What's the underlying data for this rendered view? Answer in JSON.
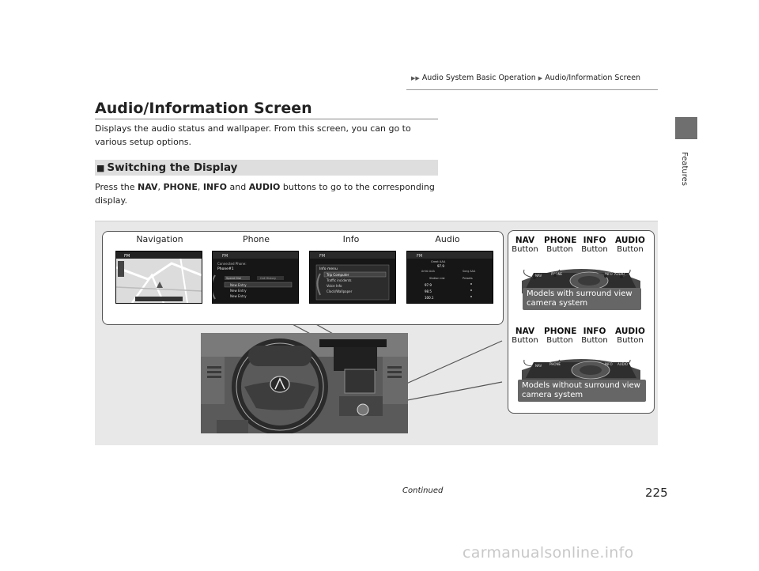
{
  "header": {
    "breadcrumb_section": "Audio System Basic Operation",
    "breadcrumb_page": "Audio/Information Screen",
    "side_tab_label": "Features"
  },
  "main": {
    "title": "Audio/Information Screen",
    "intro": "Displays the audio status and wallpaper. From this screen, you can go to various setup options.",
    "section_heading": "Switching the Display",
    "instruction": {
      "prefix": "Press the ",
      "nav": "NAV",
      "sep1": ", ",
      "phone": "PHONE",
      "sep2": ", ",
      "info": "INFO",
      "and": " and ",
      "audio": "AUDIO",
      "suffix": " buttons to go to the corresponding display."
    }
  },
  "figure": {
    "screen_labels": [
      "Navigation",
      "Phone",
      "Info",
      "Audio"
    ],
    "screens": {
      "band": "FM",
      "phone_connected": "Connected Phone:",
      "phone_name": "Phone#1",
      "phone_speed_dial": "Speed Dial",
      "phone_call_history": "Call History",
      "phone_entries": [
        "New Entry",
        "New Entry",
        "New Entry"
      ],
      "info_menu_title": "Info menu",
      "info_items": [
        "Trip Computer",
        "Traffic incidents",
        "Voice Info",
        "Clock/Wallpaper"
      ],
      "audio_song": "Great AAA",
      "audio_freq": "97.9",
      "audio_artist": "Artist AAA",
      "audio_title2": "Song AAA",
      "audio_station_list": "Station List",
      "audio_presets": "Presets",
      "audio_stations": [
        "97.9",
        "98.5",
        "100.1"
      ]
    },
    "panel_top": {
      "labels": [
        {
          "key": "NAV",
          "text": "Button"
        },
        {
          "key": "PHONE",
          "text": "Button"
        },
        {
          "key": "INFO",
          "text": "Button"
        },
        {
          "key": "AUDIO",
          "text": "Button"
        }
      ],
      "note": "Models with surround view camera system"
    },
    "panel_bottom": {
      "labels": [
        {
          "key": "NAV",
          "text": "Button"
        },
        {
          "key": "PHONE",
          "text": "Button"
        },
        {
          "key": "INFO",
          "text": "Button"
        },
        {
          "key": "AUDIO",
          "text": "Button"
        }
      ],
      "note": "Models without surround view camera system"
    }
  },
  "footer": {
    "continued": "Continued",
    "page_number": "225",
    "watermark": "carmanualsonline.info"
  }
}
